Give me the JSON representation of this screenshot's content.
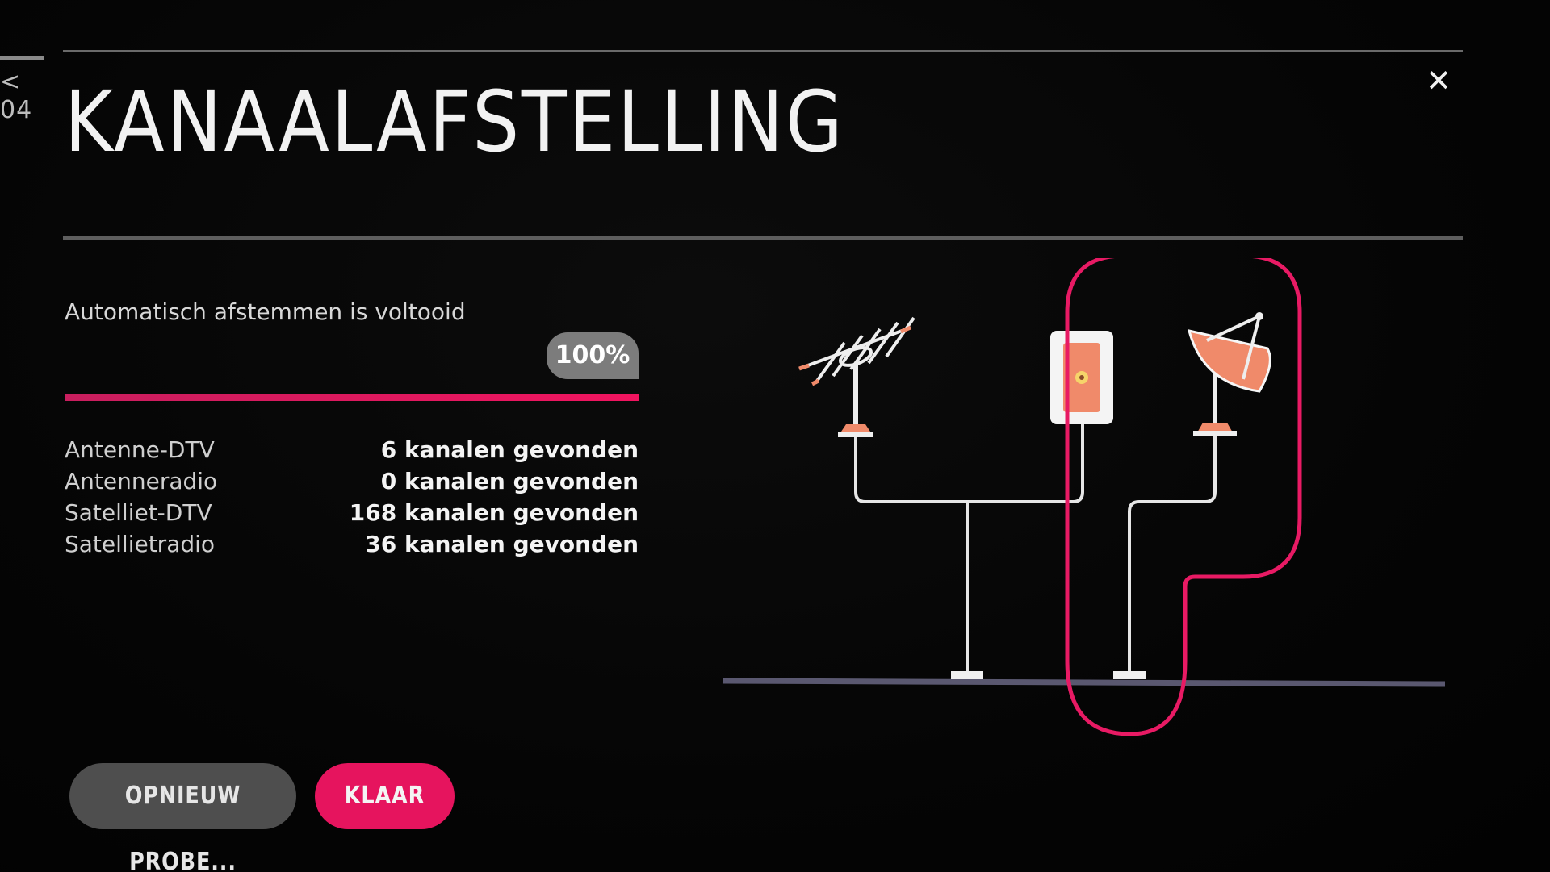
{
  "header": {
    "step": "< 04",
    "title": "KANAALAFSTELLING",
    "close_label": "✕"
  },
  "status": {
    "message": "Automatisch afstemmen is voltooid",
    "progress_label": "100%",
    "progress": 1.0
  },
  "results": [
    {
      "label": "Antenne-DTV",
      "value": "6 kanalen gevonden"
    },
    {
      "label": "Antenneradio",
      "value": "0 kanalen gevonden"
    },
    {
      "label": "Satelliet-DTV",
      "value": "168 kanalen gevonden"
    },
    {
      "label": "Satellietradio",
      "value": "36 kanalen gevonden"
    }
  ],
  "buttons": {
    "retry_label": "OPNIEUW PROBE...",
    "done_label": "KLAAR"
  },
  "diagram": {
    "icons": [
      "antenna-icon",
      "wall-outlet-icon",
      "satellite-dish-icon"
    ],
    "highlighted": "satellite-dish-icon"
  },
  "colors": {
    "accent": "#e6145e",
    "background": "#050505",
    "icon_orange": "#f08a6a",
    "line": "#e6e6e6"
  }
}
